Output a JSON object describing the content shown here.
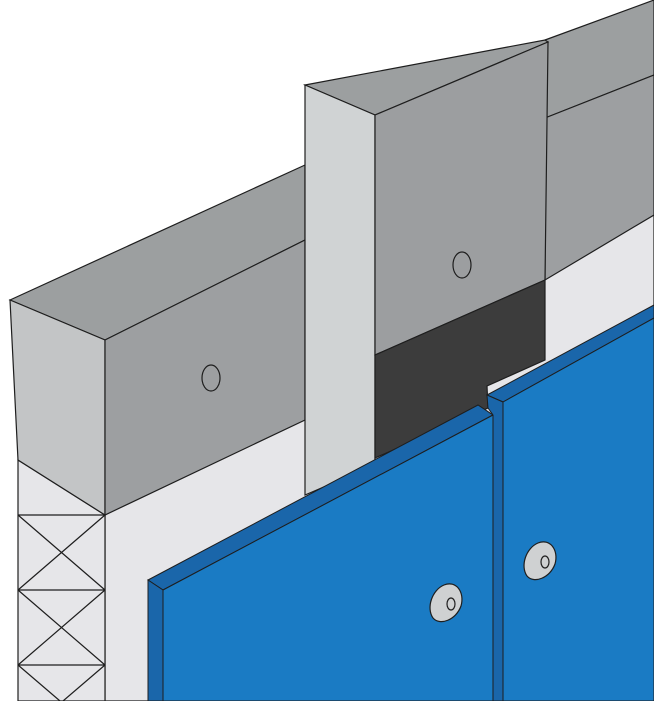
{
  "diagram": {
    "colors": {
      "background": "#ffffff",
      "wall_face": "#e6e6e9",
      "block_top": "#9c9fa0",
      "block_front": "#c3c5c6",
      "block_side": "#9d9fa1",
      "post_front": "#d0d3d4",
      "post_side": "#9c9ea0",
      "gasket": "#3c3c3c",
      "panel_face": "#1a7bc4",
      "panel_edge": "#1a66aa",
      "fastener": "#cfd1d2",
      "outline": "#1e1e1e"
    },
    "parts": [
      "left-insulation-block",
      "center-post",
      "rear-insulation-block",
      "black-gasket",
      "left-blue-panel",
      "right-blue-panel"
    ],
    "icons": [
      "bolt-hole-icon",
      "fastener-icon"
    ]
  }
}
